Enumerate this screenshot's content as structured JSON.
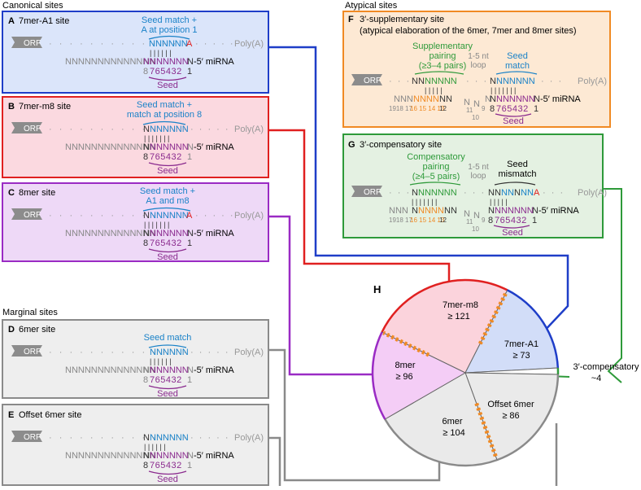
{
  "sections": {
    "canonical": "Canonical sites",
    "marginal": "Marginal sites",
    "atypical": "Atypical sites"
  },
  "common": {
    "orf": "ORF",
    "polya": "Poly(A)",
    "mirna_end": "-5′ miRNA",
    "seed": "Seed",
    "seq14": "NNNNNNNNNNNNNN",
    "target_seed": "NNNNNN",
    "bars": "| | | | | |",
    "bars7": "| | | | | | |",
    "nums": "765432",
    "eight": "8",
    "one": "1"
  },
  "panels": {
    "A": {
      "letter": "A",
      "title": "7mer-A1 site",
      "note1": "Seed match +",
      "note2": "A at position 1",
      "target_end": "A"
    },
    "B": {
      "letter": "B",
      "title": "7mer-m8 site",
      "note1": "Seed match +",
      "note2": "match at position 8",
      "target_pre": "N"
    },
    "C": {
      "letter": "C",
      "title": "8mer site",
      "note1": "Seed match +",
      "note2": "A1 and m8",
      "target_pre": "N",
      "target_end": "A"
    },
    "D": {
      "letter": "D",
      "title": "6mer site",
      "note1": "Seed match"
    },
    "E": {
      "letter": "E",
      "title": "Offset 6mer site",
      "target_pre": "N"
    },
    "F": {
      "letter": "F",
      "title": "3′-supplementary site",
      "subtitle": "(atypical elaboration of the 6mer, 7mer and 8mer sites)",
      "supp1": "Supplementary",
      "supp2": "pairing",
      "supp3": "(≥3–4 pairs)",
      "loop1": "1-5 nt",
      "loop2": "loop",
      "seed1": "Seed",
      "seed2": "match",
      "left_nums_gray": "1918 17",
      "left_nums_orange": "16 15 14 13",
      "left_num12": "12",
      "loop_n": "N",
      "loop_11": "11",
      "loop_10": "10",
      "loop_9": "9"
    },
    "G": {
      "letter": "G",
      "title": "3′-compensatory site",
      "comp1": "Compensatory",
      "comp2": "pairing",
      "comp3": "(≥4–5 pairs)",
      "loop1": "1-5 nt",
      "loop2": "loop",
      "seed1": "Seed",
      "seed2": "mismatch",
      "left_nums_gray": "1918 17",
      "left_nums_orange": "16 15 14 13",
      "left_num12": "12",
      "loop_n": "N",
      "loop_11": "11",
      "loop_10": "10",
      "loop_9": "9"
    }
  },
  "pie": {
    "letter": "H",
    "slices": [
      {
        "name": "7mer-m8",
        "value": "≥ 121",
        "color": "#fbd3dc"
      },
      {
        "name": "7mer-A1",
        "value": "≥ 73",
        "color": "#d2ddf8"
      },
      {
        "name": "3′-compensatory",
        "value": "~4",
        "color": "#ffffff"
      },
      {
        "name": "Offset 6mer",
        "value": "≥ 86",
        "color": "#eaeaea"
      },
      {
        "name": "6mer",
        "value": "≥ 104",
        "color": "#eaeaea"
      },
      {
        "name": "8mer",
        "value": "≥ 96",
        "color": "#f4cdf6"
      }
    ]
  },
  "colors": {
    "blue": "#1f3ec8",
    "red": "#e02020",
    "purple": "#9a2bc4",
    "gray": "#8a8a8a",
    "green": "#2e9a3a",
    "orange": "#f08a24",
    "seed_purple": "#8a2a8e",
    "seed_blue": "#1a82c8"
  }
}
